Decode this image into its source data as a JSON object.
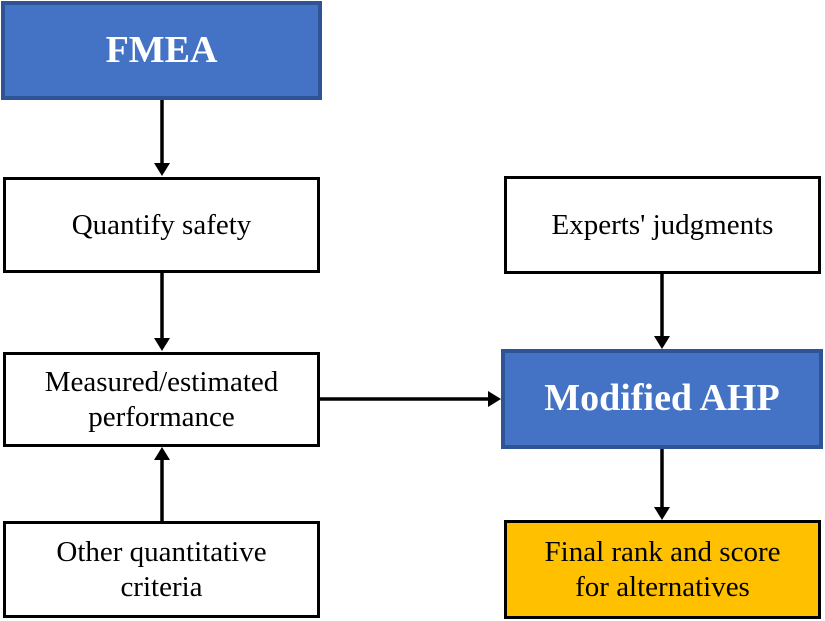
{
  "diagram": {
    "colors": {
      "primary_blue": "#4472C4",
      "primary_blue_border": "#2F5496",
      "highlight_gold": "#FFC000",
      "box_background": "#FFFFFF",
      "box_border": "#000000",
      "arrow_color": "#000000",
      "title_text": "#FFFFFF",
      "body_text": "#000000"
    },
    "nodes": {
      "fmea": {
        "label": "FMEA",
        "style": "primary"
      },
      "quantify_safety": {
        "label": "Quantify safety",
        "style": "plain"
      },
      "measured_performance": {
        "label": "Measured/estimated performance",
        "style": "plain"
      },
      "other_criteria": {
        "label": "Other quantitative criteria",
        "style": "plain"
      },
      "experts_judgments": {
        "label": "Experts' judgments",
        "style": "plain"
      },
      "modified_ahp": {
        "label": "Modified AHP",
        "style": "primary"
      },
      "final_rank": {
        "label": "Final rank and score for alternatives",
        "style": "gold"
      }
    },
    "connections": [
      {
        "from": "fmea",
        "to": "quantify_safety",
        "direction": "down"
      },
      {
        "from": "quantify_safety",
        "to": "measured_performance",
        "direction": "down"
      },
      {
        "from": "other_criteria",
        "to": "measured_performance",
        "direction": "up"
      },
      {
        "from": "measured_performance",
        "to": "modified_ahp",
        "direction": "right"
      },
      {
        "from": "experts_judgments",
        "to": "modified_ahp",
        "direction": "down"
      },
      {
        "from": "modified_ahp",
        "to": "final_rank",
        "direction": "down"
      }
    ]
  }
}
